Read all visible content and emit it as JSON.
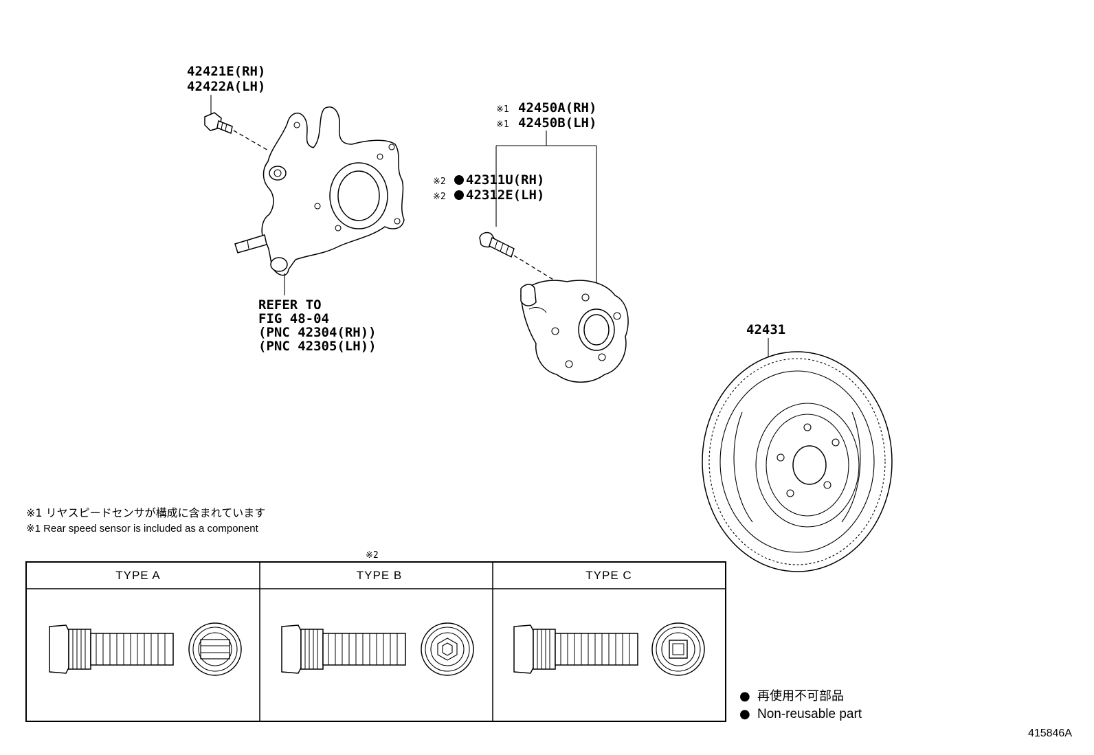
{
  "callouts": {
    "bolt_rh": "42421E(RH)",
    "bolt_lh": "42422A(LH)",
    "hub_rh": "42450A(RH)",
    "hub_lh": "42450B(LH)",
    "hub_mark": "※1",
    "stud_rh": "42311U(RH)",
    "stud_lh": "42312E(LH)",
    "stud_mark": "※2",
    "disc": "42431",
    "refer_1": "REFER TO",
    "refer_2": "FIG 48-04",
    "refer_3": "(PNC 42304(RH))",
    "refer_4": "(PNC 42305(LH))"
  },
  "notes": {
    "jp": "※1 リヤスピードセンサが構成に含まれています",
    "en": "※1 Rear speed sensor is included as a component"
  },
  "types_table": {
    "mark": "※2",
    "headers": [
      "TYPE A",
      "TYPE B",
      "TYPE C"
    ]
  },
  "legend": {
    "symbol": "●",
    "jp": "再使用不可部品",
    "en": "Non-reusable part"
  },
  "figure_id": "415846A"
}
